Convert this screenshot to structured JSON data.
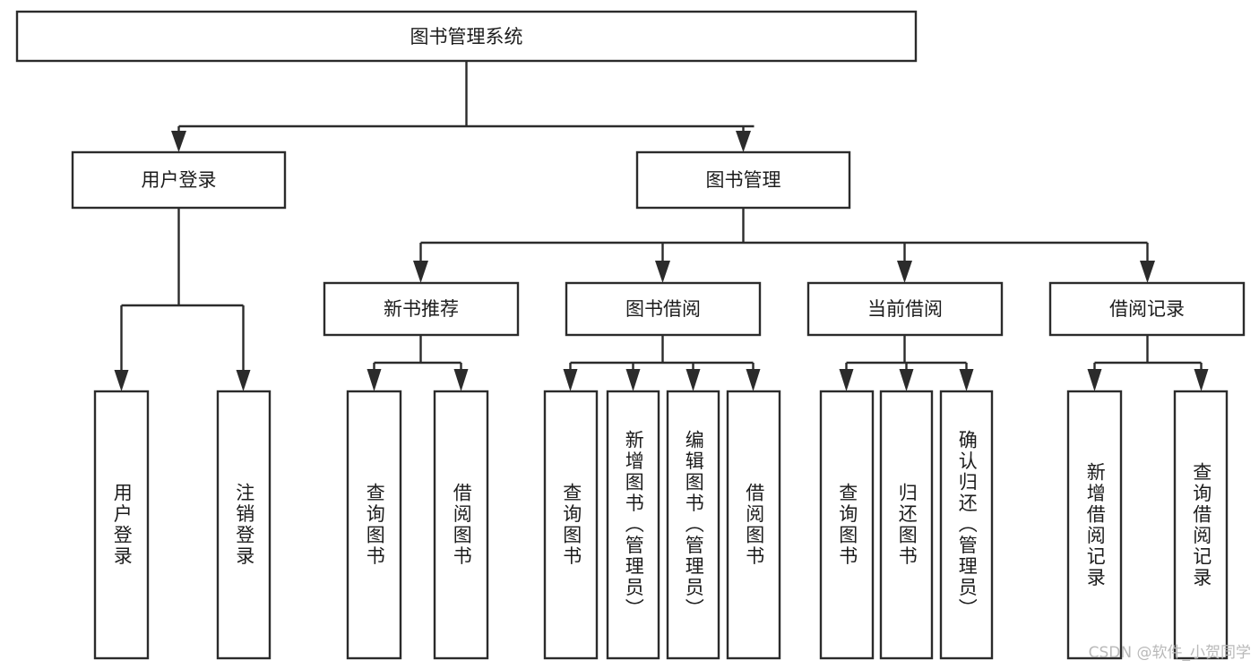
{
  "diagram": {
    "title": "图书管理系统",
    "type": "tree-hierarchy",
    "root": {
      "id": "root",
      "label": "图书管理系统"
    },
    "level2": [
      {
        "id": "user-login",
        "label": "用户登录"
      },
      {
        "id": "book-manage",
        "label": "图书管理"
      }
    ],
    "level3": [
      {
        "id": "new-book-rec",
        "label": "新书推荐",
        "parent": "book-manage"
      },
      {
        "id": "book-borrow",
        "label": "图书借阅",
        "parent": "book-manage"
      },
      {
        "id": "current-borrow",
        "label": "当前借阅",
        "parent": "book-manage"
      },
      {
        "id": "borrow-record",
        "label": "借阅记录",
        "parent": "book-manage"
      }
    ],
    "leaves": {
      "user-login": [
        {
          "id": "leaf-user-login",
          "label": "用户登录"
        },
        {
          "id": "leaf-logout",
          "label": "注销登录"
        }
      ],
      "new-book-rec": [
        {
          "id": "leaf-query-book-1",
          "label": "查询图书"
        },
        {
          "id": "leaf-borrow-book-1",
          "label": "借阅图书"
        }
      ],
      "book-borrow": [
        {
          "id": "leaf-query-book-2",
          "label": "查询图书"
        },
        {
          "id": "leaf-add-book",
          "label": "新增图书（管理员）"
        },
        {
          "id": "leaf-edit-book",
          "label": "编辑图书（管理员）"
        },
        {
          "id": "leaf-borrow-book-2",
          "label": "借阅图书"
        }
      ],
      "current-borrow": [
        {
          "id": "leaf-query-book-3",
          "label": "查询图书"
        },
        {
          "id": "leaf-return-book",
          "label": "归还图书"
        },
        {
          "id": "leaf-confirm-return",
          "label": "确认归还（管理员）"
        }
      ],
      "borrow-record": [
        {
          "id": "leaf-add-record",
          "label": "新增借阅记录"
        },
        {
          "id": "leaf-query-record",
          "label": "查询借阅记录"
        }
      ]
    }
  },
  "watermark": {
    "text": "CSDN @软件_小贺同学"
  },
  "colors": {
    "background": "#ffffff",
    "stroke": "#2b2b2b",
    "text": "#1c1c1c",
    "watermark": "#b9b9b9"
  }
}
